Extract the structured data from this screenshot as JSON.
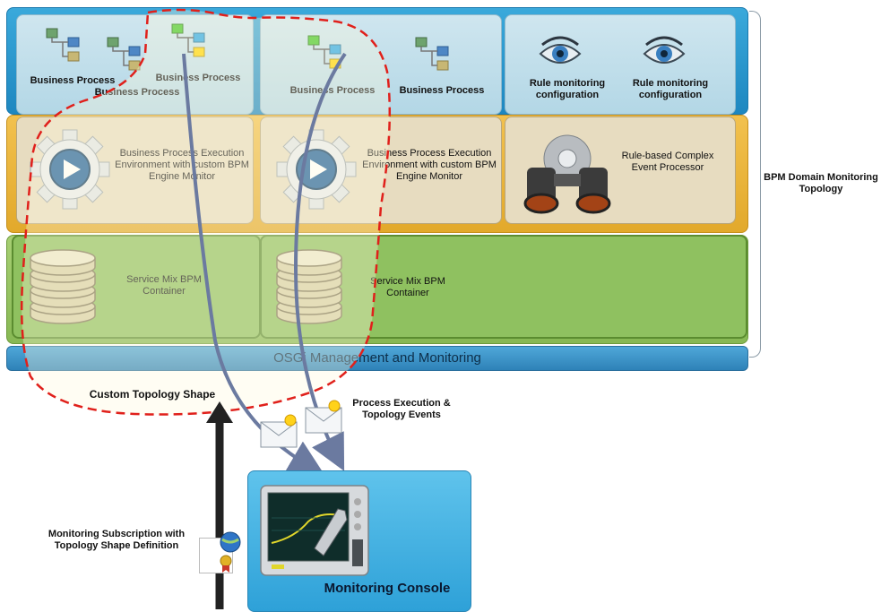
{
  "top_row": {
    "panel1": {
      "bp1": "Business Process",
      "bp2": "Business Process",
      "bp3": "Business Process"
    },
    "panel2": {
      "bp1": "Business Process",
      "bp2": "Business Process"
    },
    "panel3": {
      "rule1": "Rule monitoring configuration",
      "rule2": "Rule monitoring configuration"
    }
  },
  "mid_row": {
    "engine1": "Business Process Execution Environment with custom BPM Engine Monitor",
    "engine2": "Business Process Execution Environment with custom BPM Engine Monitor",
    "cep": "Rule-based Complex Event Processor"
  },
  "bottom_row": {
    "container1": "Service Mix BPM Container",
    "container2": "Service Mix BPM Container"
  },
  "osgi_label": "OSGi Management and Monitoring",
  "domain_label": "BPM Domain Monitoring Topology",
  "custom_shape_label": "Custom Topology Shape",
  "events_label": "Process Execution & Topology Events",
  "subscription_label": "Monitoring Subscription with Topology Shape Definition",
  "console_label": "Monitoring Console",
  "colors": {
    "blue_band": "#1e87c0",
    "yellow_band": "#e2a92b",
    "green_band": "#87b854",
    "shape_outline": "#e0201b",
    "arrow": "#6b7aa0"
  }
}
